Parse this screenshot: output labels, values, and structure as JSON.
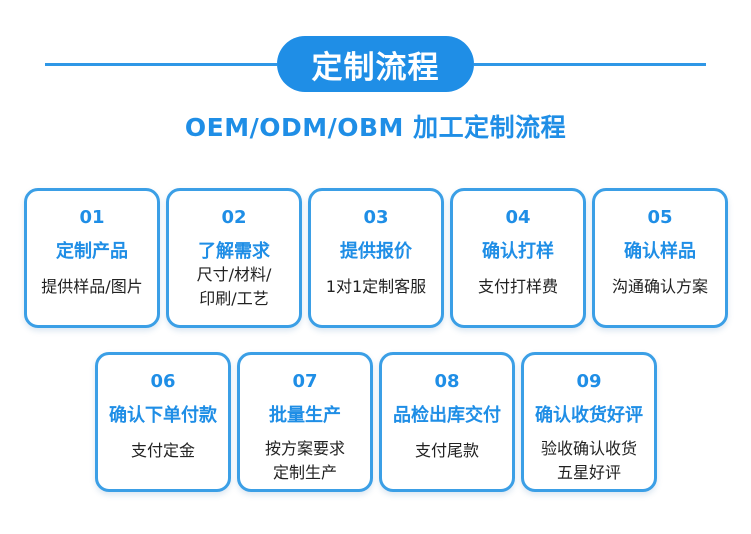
{
  "header": {
    "title": "定制流程",
    "subtitle": "OEM/ODM/OBM 加工定制流程"
  },
  "steps": [
    {
      "num": "01",
      "title": "定制产品",
      "desc": [
        "提供样品/图片"
      ]
    },
    {
      "num": "02",
      "title": "了解需求",
      "desc": [
        "尺寸/材料/",
        "印刷/工艺"
      ]
    },
    {
      "num": "03",
      "title": "提供报价",
      "desc": [
        "1对1定制客服"
      ]
    },
    {
      "num": "04",
      "title": "确认打样",
      "desc": [
        "支付打样费"
      ]
    },
    {
      "num": "05",
      "title": "确认样品",
      "desc": [
        "沟通确认方案"
      ]
    },
    {
      "num": "06",
      "title": "确认下单付款",
      "desc": [
        "支付定金"
      ]
    },
    {
      "num": "07",
      "title": "批量生产",
      "desc": [
        "按方案要求",
        "定制生产"
      ]
    },
    {
      "num": "08",
      "title": "品检出库交付",
      "desc": [
        "支付尾款"
      ]
    },
    {
      "num": "09",
      "title": "确认收货好评",
      "desc": [
        "验收确认收货",
        "五星好评"
      ]
    }
  ],
  "colors": {
    "accent": "#1f8ee6",
    "border": "#3b9fe6",
    "text": "#222222"
  }
}
